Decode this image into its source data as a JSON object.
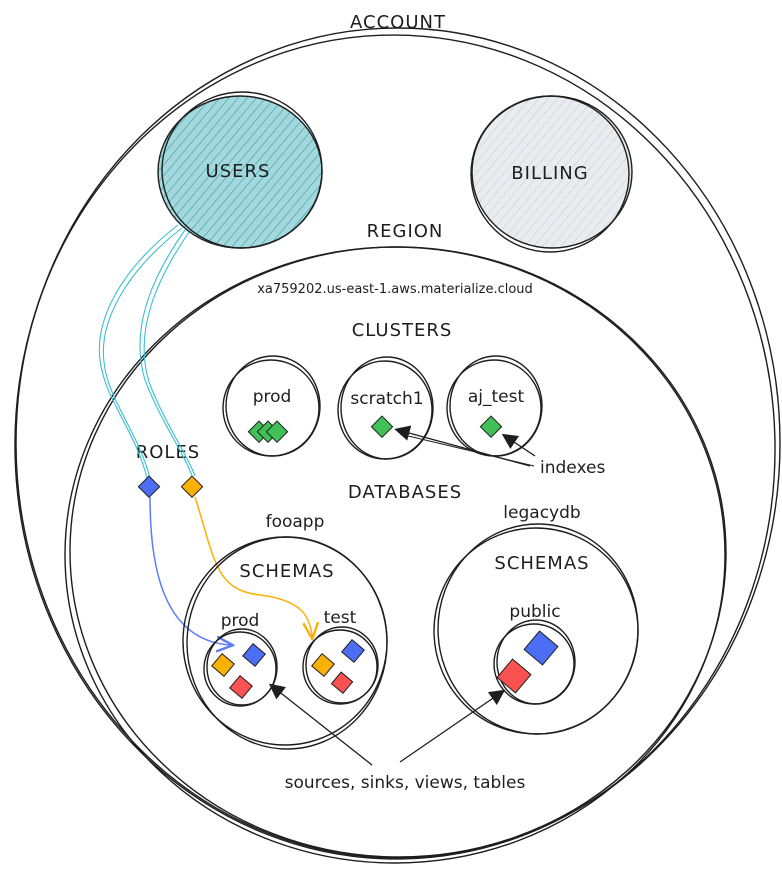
{
  "labels": {
    "account": "ACCOUNT",
    "users": "USERS",
    "billing": "BILLING",
    "region": "REGION",
    "region_host": "xa759202.us-east-1.aws.materialize.cloud",
    "clusters": "CLUSTERS",
    "cluster_prod": "prod",
    "cluster_scratch": "scratch1",
    "cluster_aj": "aj_test",
    "indexes": "indexes",
    "roles": "ROLES",
    "databases": "DATABASES",
    "db_fooapp": "fooapp",
    "db_legacy": "legacydb",
    "schemas_left": "SCHEMAS",
    "schemas_right": "SCHEMAS",
    "schema_prod": "prod",
    "schema_test": "test",
    "schema_public": "public",
    "objects": "sources, sinks, views, tables"
  },
  "colors": {
    "users_fill": "#a5d8dc",
    "billing_fill": "#e9ecef",
    "green": "#40c057",
    "blue": "#4c6ef5",
    "orange": "#fab005",
    "red": "#fa5252",
    "teal_line": "#3bbfcf",
    "orange_line": "#fab005",
    "blue_line": "#5c7cfa"
  }
}
